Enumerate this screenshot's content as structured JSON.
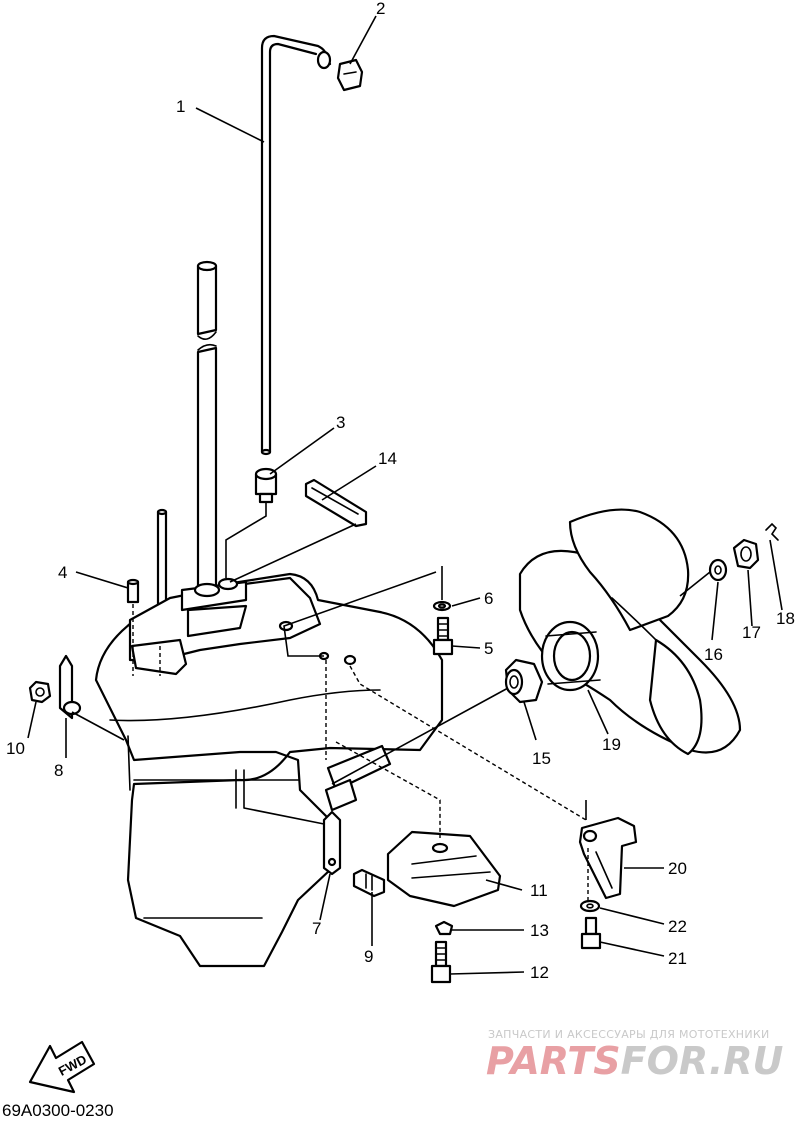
{
  "diagram": {
    "callouts": [
      "1",
      "2",
      "3",
      "4",
      "5",
      "6",
      "7",
      "8",
      "9",
      "10",
      "11",
      "12",
      "13",
      "14",
      "15",
      "16",
      "17",
      "18",
      "19",
      "20",
      "21",
      "22"
    ],
    "code": "69A0300-0230",
    "fwd_label": "FWD"
  },
  "watermark": {
    "top_text": "ЗАПЧАСТИ И АКСЕССУАРЫ ДЛЯ МОТОТЕХНИКИ",
    "logo_part1": "PARTS",
    "logo_part2": "FOR.RU",
    "colors": {
      "logo_red": "#e8a0a4",
      "logo_grey": "#c9c9c9"
    }
  }
}
